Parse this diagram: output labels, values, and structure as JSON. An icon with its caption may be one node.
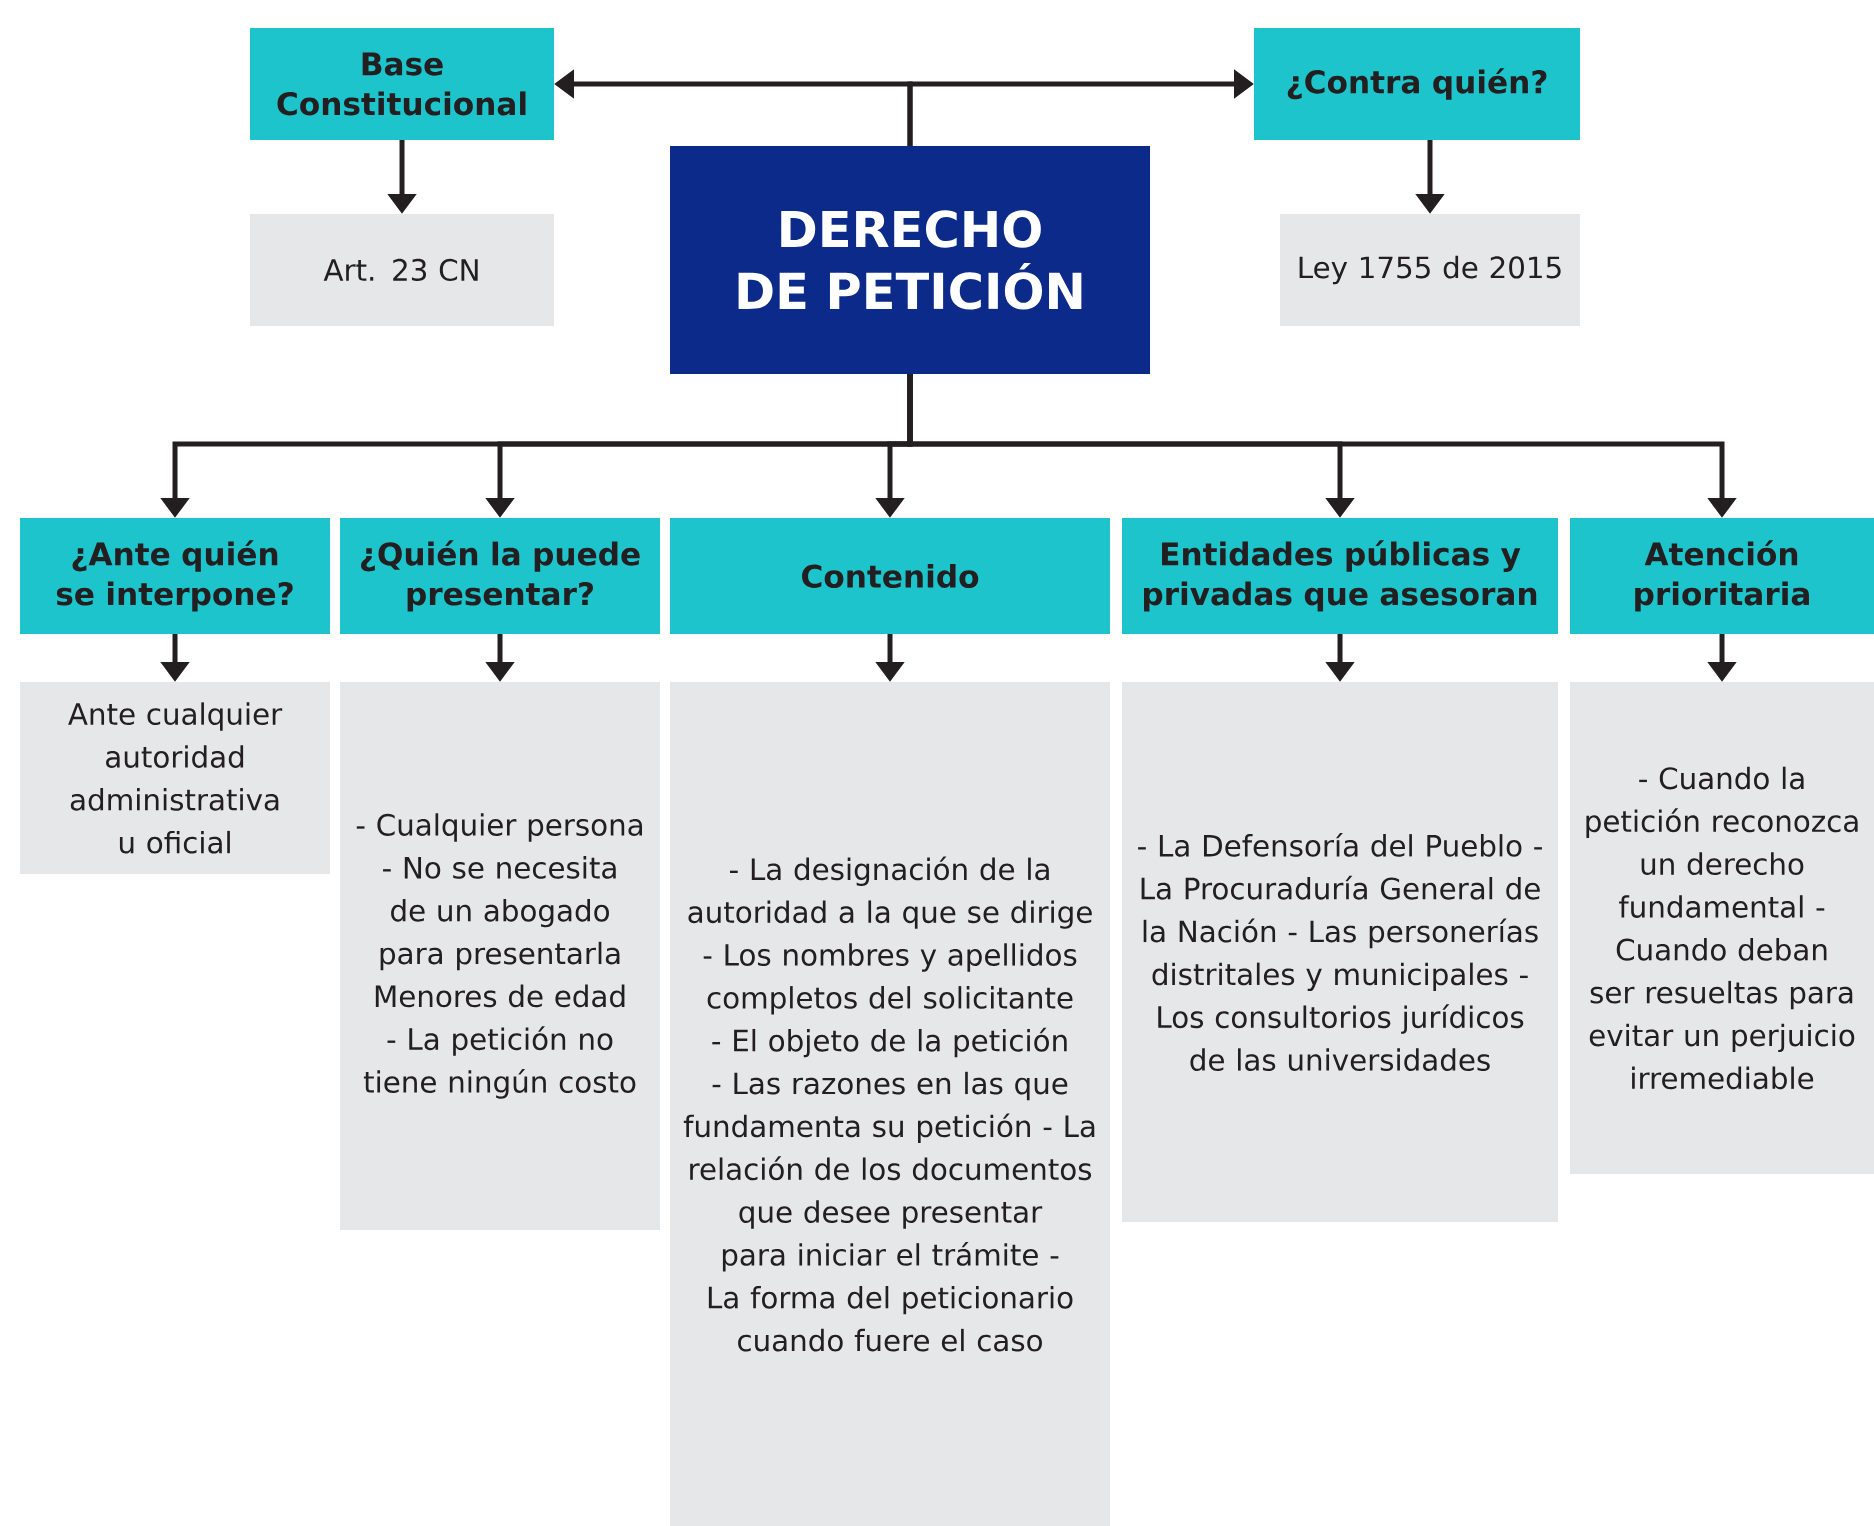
{
  "diagram": {
    "nodes": [
      {
        "text": [
          "DERECHO DE PETICIÓN"
        ]
      },
      {
        "text": [
          "Base Constitucional"
        ]
      },
      {
        "text": [
          "Art. 23 CN"
        ]
      },
      {
        "text": [
          "¿Contra quién?"
        ]
      },
      {
        "text": [
          "Ley 1755 de 2015"
        ]
      },
      {
        "text": [
          "¿Ante quién se interpone?"
        ]
      },
      {
        "text": [
          "¿Quién la puede presentar?"
        ]
      },
      {
        "text": [
          "Contenido"
        ]
      },
      {
        "text": [
          "Entidades públicas y privadas que asesoran"
        ]
      },
      {
        "text": [
          "Atención prioritaria"
        ]
      },
      {
        "text": [
          "Ante cualquier autoridad administrativa u oficial"
        ]
      },
      {
        "text": [
          "- Cualquier persona - No se necesita de un abogado para presentarla Menores de edad - La petición no tiene ningún costo"
        ]
      },
      {
        "text": [
          "- La designación de la autoridad a la que se dirige - Los nombres y apellidos completos del solicitante - El objeto de la petición - Las razones en las que fundamenta su petición - La relación de los documentos que desee presentar para iniciar el trámite -La forma del peticionario cuando fuere el caso"
        ]
      },
      {
        "text": [
          "- La Defensoría del Pueblo - La Procuraduría General de la Nación - Las personerías distritales y municipales - Los consultorios jurídicos de las universidades"
        ]
      },
      {
        "text": [
          "- Cuando la petición reconozca un derecho fundamental - Cuando deban ser resueltas para evitar un perjuicio irremediable"
        ]
      }
    ],
    "edges": [
      {
        "from": 0,
        "to": 1,
        "arrow": "to"
      },
      {
        "from": 0,
        "to": 3,
        "arrow": "to"
      },
      {
        "from": 1,
        "to": 2,
        "arrow": "to"
      },
      {
        "from": 3,
        "to": 4,
        "arrow": "to"
      },
      {
        "from": 0,
        "to": 5,
        "arrow": "to"
      },
      {
        "from": 0,
        "to": 6,
        "arrow": "to"
      },
      {
        "from": 0,
        "to": 7,
        "arrow": "to"
      },
      {
        "from": 0,
        "to": 8,
        "arrow": "to"
      },
      {
        "from": 0,
        "to": 9,
        "arrow": "to"
      },
      {
        "from": 5,
        "to": 10,
        "arrow": "to"
      },
      {
        "from": 6,
        "to": 11,
        "arrow": "to"
      },
      {
        "from": 7,
        "to": 12,
        "arrow": "to"
      },
      {
        "from": 8,
        "to": 13,
        "arrow": "to"
      },
      {
        "from": 9,
        "to": 14,
        "arrow": "to"
      }
    ]
  }
}
